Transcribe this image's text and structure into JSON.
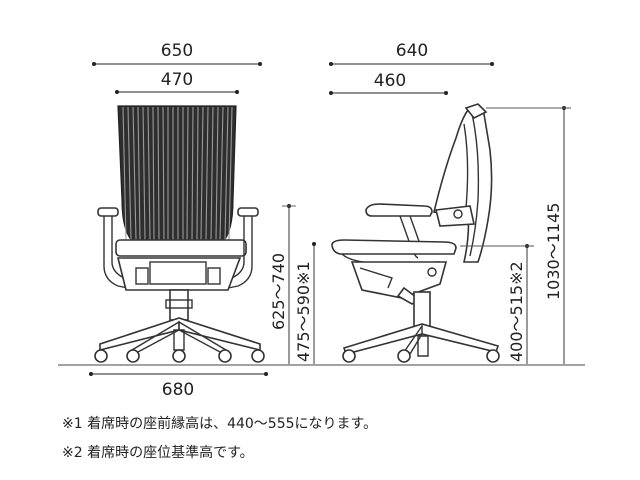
{
  "front_view": {
    "overall_width": "650",
    "back_width": "470",
    "base_width": "680",
    "armrest_height": "625〜740",
    "seat_height_1": "475〜590※1"
  },
  "side_view": {
    "overall_depth": "640",
    "seat_depth": "460",
    "seat_height_2": "400〜515※2",
    "overall_height": "1030〜1145"
  },
  "notes": [
    "※1 着席時の座前縁高は、440〜555になります。",
    "※2 着席時の座位基準高です。"
  ]
}
